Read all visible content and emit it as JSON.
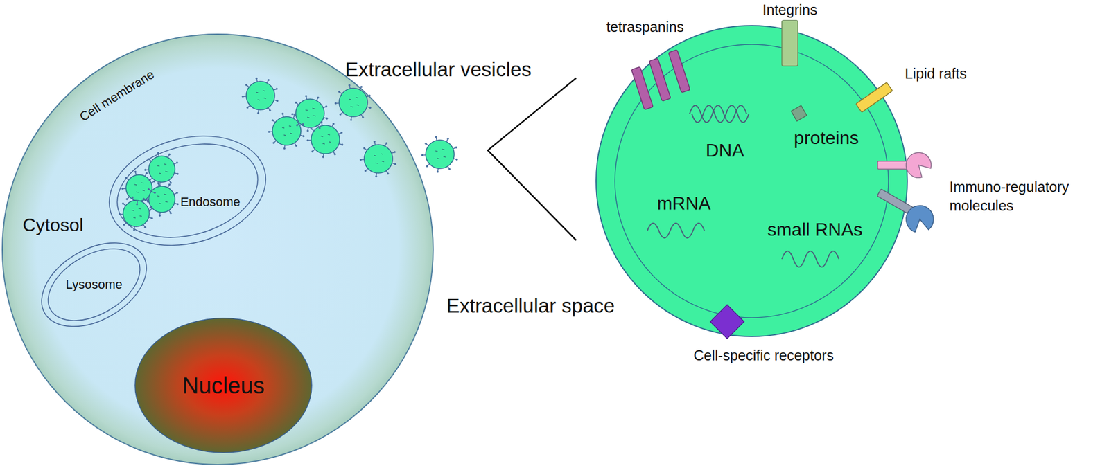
{
  "diagram": {
    "nodes": [
      {
        "text": [
          "Cell membrane",
          "Cytosol"
        ]
      },
      {
        "text": [
          "Endosome"
        ],
        "in": 0
      },
      {
        "text": [
          "Lysosome"
        ],
        "in": 0
      },
      {
        "text": [
          "Nucleus"
        ],
        "in": 0
      },
      {
        "text": [
          "DNA",
          "proteins",
          "mRNA",
          "small RNAs"
        ]
      }
    ],
    "labels": [
      "Extracellular vesicles",
      "Extracellular space",
      "tetraspanins",
      "Integrins",
      "Lipid rafts",
      "Immuno-regulatory molecules",
      "Cell-specific receptors"
    ]
  }
}
